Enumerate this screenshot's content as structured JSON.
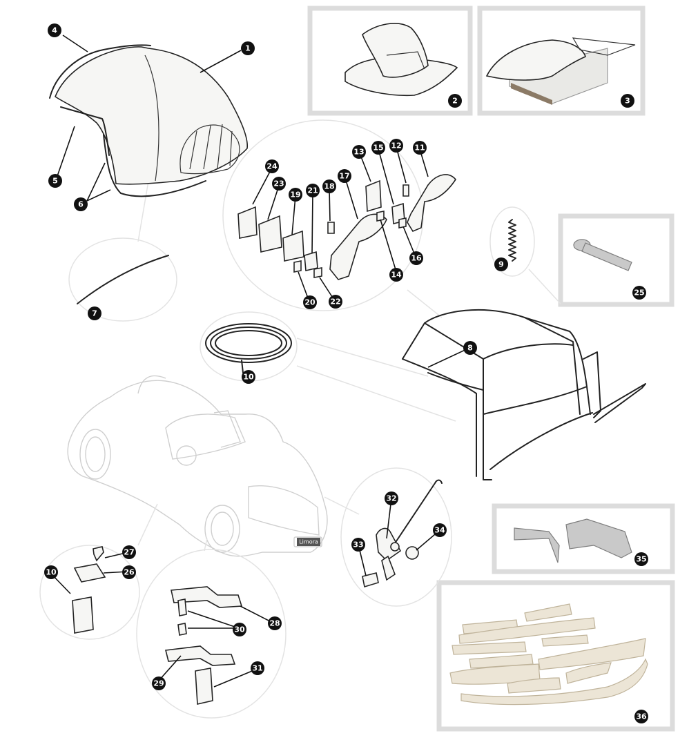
{
  "diagram": {
    "callouts": [
      "1",
      "2",
      "3",
      "4",
      "5",
      "6",
      "7",
      "8",
      "9",
      "10",
      "11",
      "12",
      "13",
      "14",
      "15",
      "16",
      "17",
      "18",
      "19",
      "20",
      "21",
      "22",
      "23",
      "24",
      "25",
      "26",
      "27",
      "28",
      "29",
      "30",
      "31",
      "32",
      "33",
      "34",
      "35",
      "36"
    ],
    "second_label_10": "10",
    "license_plate_text": "Limora"
  }
}
